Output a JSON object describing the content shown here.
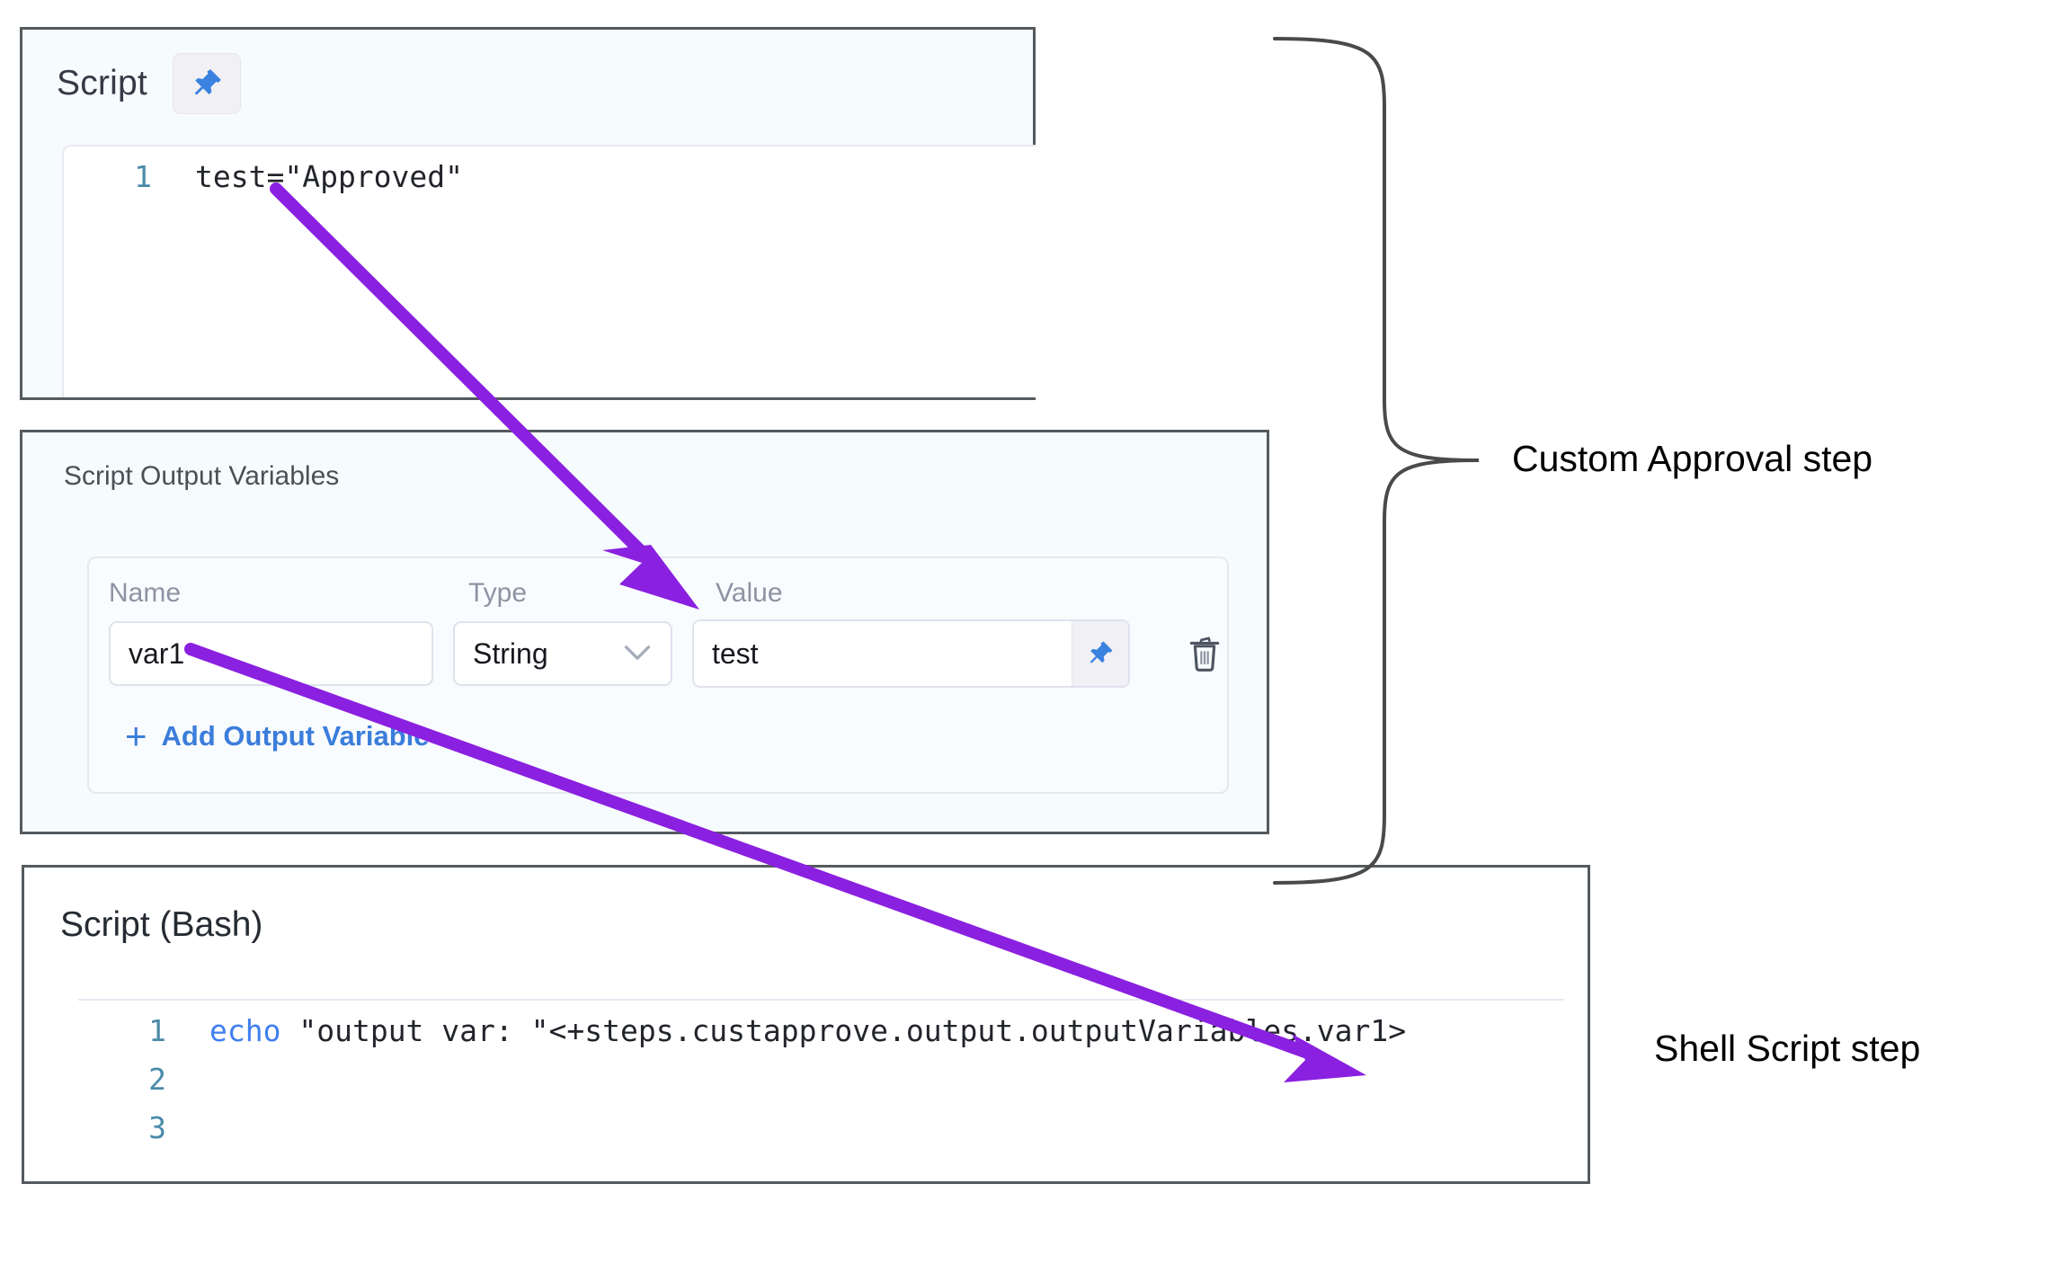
{
  "script_panel": {
    "title": "Script",
    "pin_icon": "pin-icon",
    "code": [
      {
        "line_number": "1",
        "text": "test=\"Approved\""
      }
    ]
  },
  "output_variables_panel": {
    "title": "Script Output Variables",
    "columns": {
      "name": "Name",
      "type": "Type",
      "value": "Value"
    },
    "rows": [
      {
        "name": "var1",
        "type": "String",
        "type_chevron": "chevron-down-icon",
        "value": "test",
        "value_pin_icon": "pin-icon",
        "delete_icon": "trash-icon"
      }
    ],
    "add_variable_label": "Add Output Variable",
    "add_variable_plus": "+"
  },
  "bash_panel": {
    "title": "Script (Bash)",
    "code": [
      {
        "line_number": "1",
        "keyword": "echo",
        "text": " \"output var: \"<+steps.custapprove.output.outputVariables.var1>"
      },
      {
        "line_number": "2",
        "keyword": "",
        "text": ""
      },
      {
        "line_number": "3",
        "keyword": "",
        "text": ""
      }
    ]
  },
  "annotations": {
    "custom_approval": "Custom Approval step",
    "shell_script": "Shell Script step",
    "arrow_color": "#8a20e0",
    "brace_color": "#4a4a4a"
  }
}
